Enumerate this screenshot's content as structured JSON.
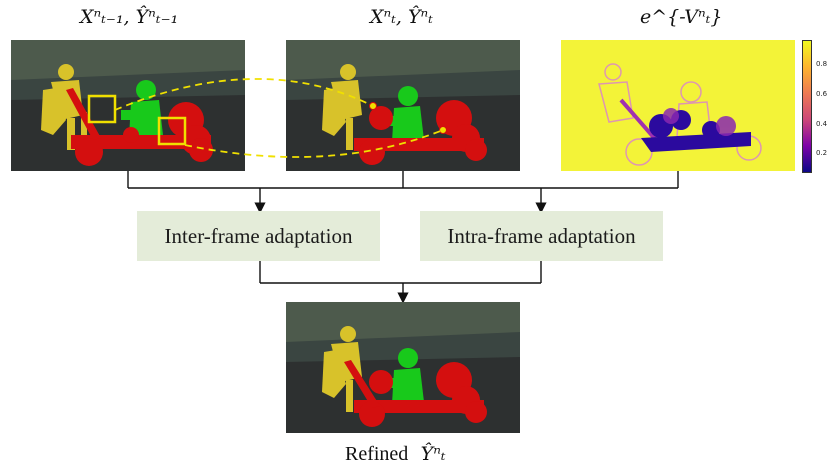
{
  "inputs": {
    "prev_frame_label": "Xⁿₜ₋₁,  Ŷⁿₜ₋₁",
    "curr_frame_label": "Xⁿₜ,  Ŷⁿₜ",
    "uncertainty_label": "e^{-Vⁿₜ}"
  },
  "modules": {
    "inter": "Inter-frame adaptation",
    "intra": "Intra-frame adaptation"
  },
  "output": {
    "label_prefix": "Refined",
    "label_symbol": "Ŷⁿₜ"
  },
  "colorbar": {
    "ticks": [
      "0.8",
      "0.6",
      "0.4",
      "0.2"
    ]
  },
  "colors": {
    "module_fill": "#e4ecd9",
    "person_yellow": "#d8c22a",
    "child_green": "#18c91b",
    "cart_red": "#d40f0f",
    "highlight_yellow": "#f0e000",
    "uncertainty_bg": "#f3f338",
    "uncertainty_dark": "#2b0a9e"
  }
}
